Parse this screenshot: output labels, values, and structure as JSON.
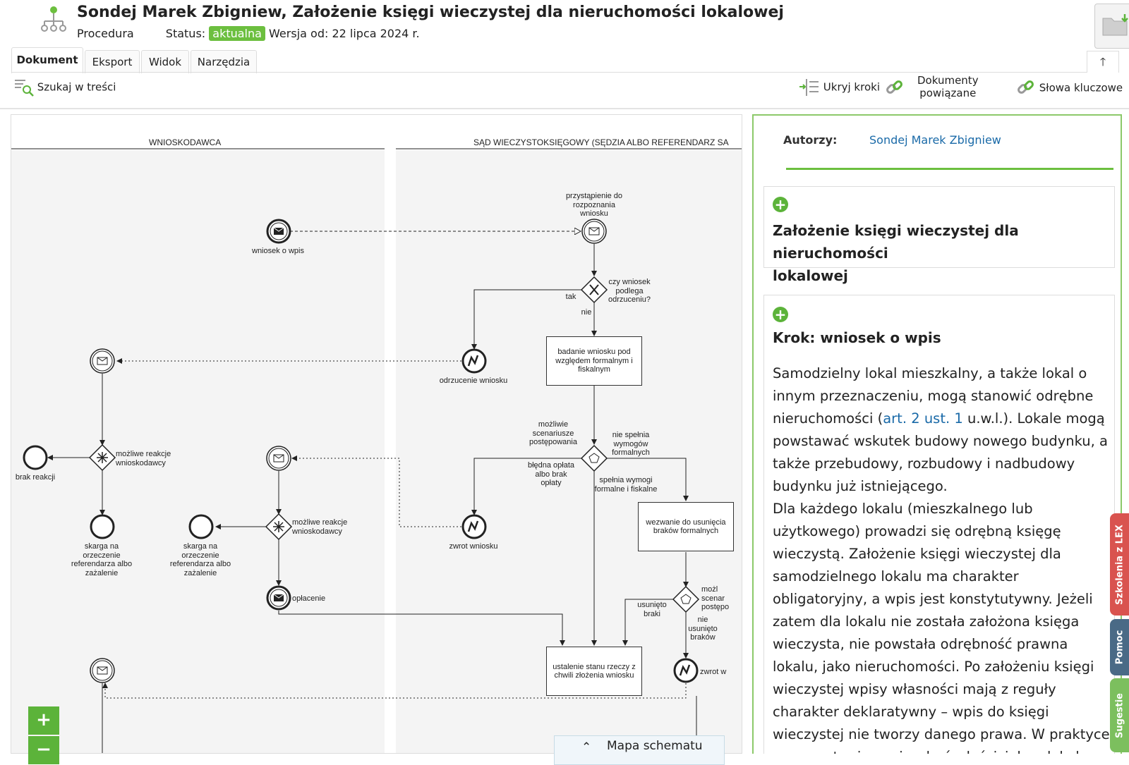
{
  "header": {
    "title": "Sondej Marek Zbigniew, Założenie księgi wieczystej dla nieruchomości lokalowej",
    "type": "Procedura",
    "status_label": "Status:",
    "status_value": "aktualna",
    "version": "Wersja od: 22 lipca 2024 r."
  },
  "tabs": [
    "Dokument",
    "Eksport",
    "Widok",
    "Narzędzia"
  ],
  "toolbar": {
    "search": "Szukaj w treści",
    "hide_steps": "Ukryj kroki",
    "related_docs_line1": "Dokumenty",
    "related_docs_line2": "powiązane",
    "keywords": "Słowa kluczowe"
  },
  "diagram": {
    "lane_left": "WNIOSKODAWCA",
    "lane_right": "SĄD WIECZYSTOKSIĘGOWY (SĘDZIA ALBO REFERENDARZ SA",
    "labels": {
      "wniosek_o_wpis": "wniosek o wpis",
      "przystapienie": "przystąpienie do rozpoznania wniosku",
      "czy_wniosek": "czy wniosek podlega odrzuceniu?",
      "tak": "tak",
      "nie": "nie",
      "badanie": "badanie wniosku pod względem formalnym i fiskalnym",
      "odrzucenie": "odrzucenie wniosku",
      "mozliwe_scen": "możliwie scenariusze postępowania",
      "nie_spelnia": "nie spełnia wymogów formalnych",
      "bledna_oplata": "błędna opłata albo brak opłaty",
      "spelnia": "spełnia wymogi formalne i fiskalne",
      "wezwanie": "wezwanie do usunięcia braków formalnych",
      "mozliwe_reakcje_1": "możliwe reakcje wnioskodawcy",
      "mozliwe_reakcje_2": "możliwe reakcje wnioskodawcy",
      "brak_reakcji": "brak reakcji",
      "skarga_1": "skarga na orzeczenie referendarza albo zażalenie",
      "skarga_2": "skarga na orzeczenie referendarza albo zażalenie",
      "zwrot_wniosku": "zwrot wniosku",
      "oplacenie": "opłacenie",
      "usunieto": "usunięto braki",
      "nie_usunieto": "nie usunięto braków",
      "mozl_scen_trunc": "możl scenar postępo",
      "zwrot_trunc": "zwrot w",
      "ustalenie": "ustalenie stanu rzeczy z chwili złożenia wniosku"
    },
    "zoom_in": "+",
    "zoom_out": "−",
    "minimap": "Mapa schematu"
  },
  "panel": {
    "authors_label": "Autorzy:",
    "authors_value": "Sondej Marek Zbigniew",
    "card1_title_line1": "Założenie księgi wieczystej dla nieruchomości",
    "card1_title_line2": "lokalowej",
    "step_title": "Krok: wniosek o wpis",
    "step_text_1": "Samodzielny lokal mieszkalny, a także lokal o innym przeznaczeniu, mogą stanowić odrębne nieruchomości (",
    "step_link": "art. 2 ust. 1",
    "step_text_2": " u.w.l.). Lokale mogą powstawać wskutek budowy nowego budynku, a także przebudowy, rozbudowy i nadbudowy budynku już istniejącego.",
    "step_text_3": "Dla każdego lokalu (mieszkalnego lub użytkowego) prowadzi się odrębną księgę wieczystą. Założenie księgi wieczystej dla samodzielnego lokalu ma charakter obligatoryjny, a wpis jest konstytutywny. Jeżeli zatem dla lokalu nie została założona księga wieczysta, nie powstała odrębność prawna lokalu, jako nieruchomości. Po założeniu księgi wieczystej wpisy własności mają z reguły charakter deklaratywny – wpis do księgi wieczystej nie tworzy danego prawa. W praktyce oznacza to, że można być właścicielem lokalu mimo braku ujawnienia swojego"
  },
  "side_tabs": [
    "Szkolenia z LEX",
    "Pomoc",
    "Sugestie"
  ],
  "colors": {
    "accent": "#5cb33a",
    "link": "#1a6aa8",
    "tab_red": "#d9534f",
    "tab_blue": "#4a6a86",
    "tab_green": "#7cbf5e"
  }
}
